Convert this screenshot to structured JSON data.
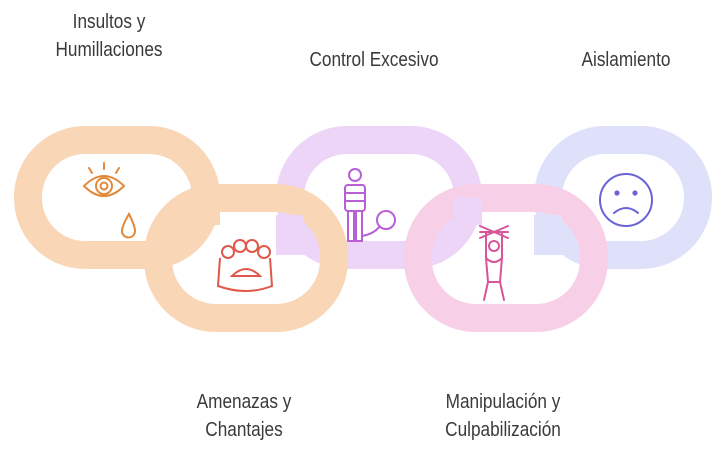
{
  "links": [
    {
      "id": "insultos",
      "lines": [
        "Insultos y",
        "Humillaciones"
      ],
      "icon": "crying-eye-icon",
      "color": "#f8d6b6",
      "icon_color": "#e0893a"
    },
    {
      "id": "amenazas",
      "lines": [
        "Amenazas y",
        "Chantajes"
      ],
      "icon": "brass-knuckles-icon",
      "color": "#f8d6b6",
      "icon_color": "#e0584a"
    },
    {
      "id": "control",
      "lines": [
        "Control Excesivo"
      ],
      "icon": "prisoner-ball-chain-icon",
      "color": "#edd5f7",
      "icon_color": "#b85fd6"
    },
    {
      "id": "manipulacion",
      "lines": [
        "Manipulación y",
        "Culpabilización"
      ],
      "icon": "marionette-icon",
      "color": "#f7d0e8",
      "icon_color": "#d8559a"
    },
    {
      "id": "aislamiento",
      "lines": [
        "Aislamiento"
      ],
      "icon": "sad-face-icon",
      "color": "#dfe0fa",
      "icon_color": "#6a63d6"
    }
  ]
}
